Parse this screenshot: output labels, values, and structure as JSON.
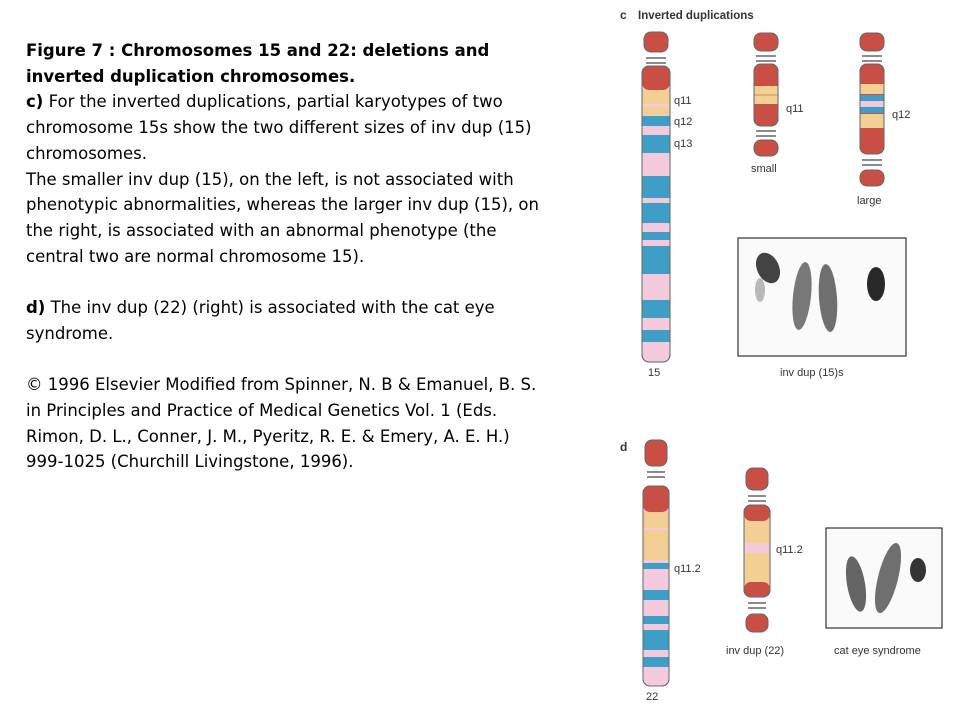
{
  "caption": {
    "title": "Figure 7 : Chromosomes 15 and 22: deletions and inverted duplication chromosomes.",
    "c_label": "c)",
    "c_text": " For the inverted duplications, partial karyotypes of two chromosome 15s show the two different sizes of inv dup (15) chromosomes.",
    "c_text2": "The smaller inv dup (15), on the left, is not associated with phenotypic abnormalities, whereas the larger inv dup (15), on the right, is associated with an abnormal phenotype (the central two are normal chromosome 15).",
    "d_label": "d)",
    "d_text": " The inv dup (22) (right) is associated with the cat eye syndrome.",
    "copyright": "© 1996 Elsevier Modified from Spinner, N. B & Emanuel, B. S. in Principles and Practice of Medical Genetics Vol. 1 (Eds. Rimon, D. L., Conner, J. M., Pyeritz, R. E. & Emery, A. E. H.) 999-1025 (Churchill Livingstone, 1996)."
  },
  "panel_c": {
    "letter": "c",
    "title": "Inverted duplications",
    "chr15_label": "15",
    "band_q11": "q11",
    "band_q12": "q12",
    "band_q13": "q13",
    "small_band": "q11",
    "small_label": "small",
    "large_band": "q12",
    "large_label": "large",
    "micro_label": "inv dup (15)s"
  },
  "panel_d": {
    "letter": "d",
    "chr22_label": "22",
    "band_q112": "q11.2",
    "invdup_band": "q11.2",
    "invdup_label": "inv dup (22)",
    "micro_label": "cat eye syndrome"
  },
  "colors": {
    "centromere_red": "#c94f44",
    "band_tan": "#f3cf93",
    "band_blue": "#3f9ec6",
    "band_pink": "#f2cadb"
  }
}
